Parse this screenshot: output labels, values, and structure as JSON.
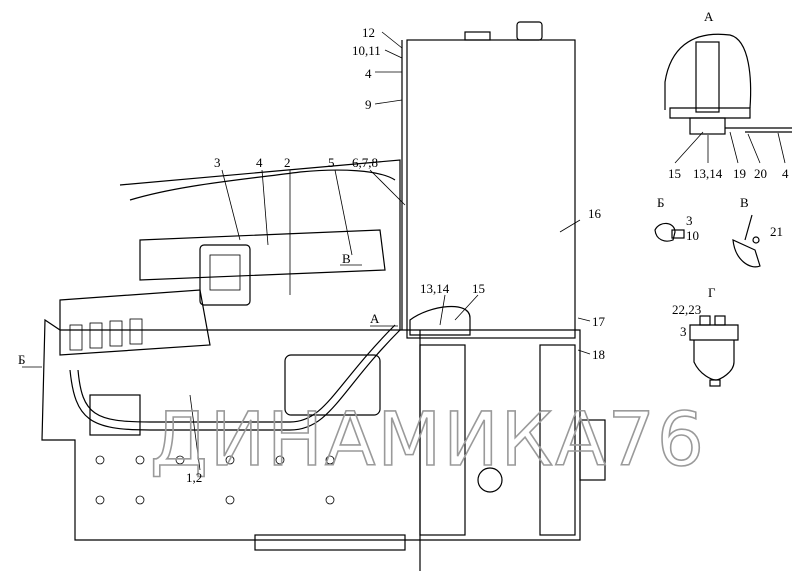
{
  "main_view": {
    "callouts": {
      "c12": "12",
      "c10_11": "10,11",
      "c4_top": "4",
      "c9": "9",
      "c3": "3",
      "c4": "4",
      "c2": "2",
      "c5": "5",
      "c6_7_8": "6,7,8",
      "c16": "16",
      "c13_14": "13,14",
      "c15": "15",
      "c17": "17",
      "c18": "18",
      "c1_2": "1,2"
    },
    "view_markers": {
      "a": "А",
      "b": "Б",
      "v": "В"
    }
  },
  "detail_a": {
    "title": "А",
    "callouts": [
      "15",
      "13,14",
      "19",
      "20",
      "4"
    ]
  },
  "detail_b": {
    "title": "Б",
    "callouts": [
      "3",
      "10"
    ]
  },
  "detail_v": {
    "title": "В",
    "callouts": [
      "21"
    ]
  },
  "detail_g": {
    "title": "Г",
    "callouts": [
      "22,23",
      "3"
    ]
  },
  "watermark": "ДИНАМИКА76"
}
